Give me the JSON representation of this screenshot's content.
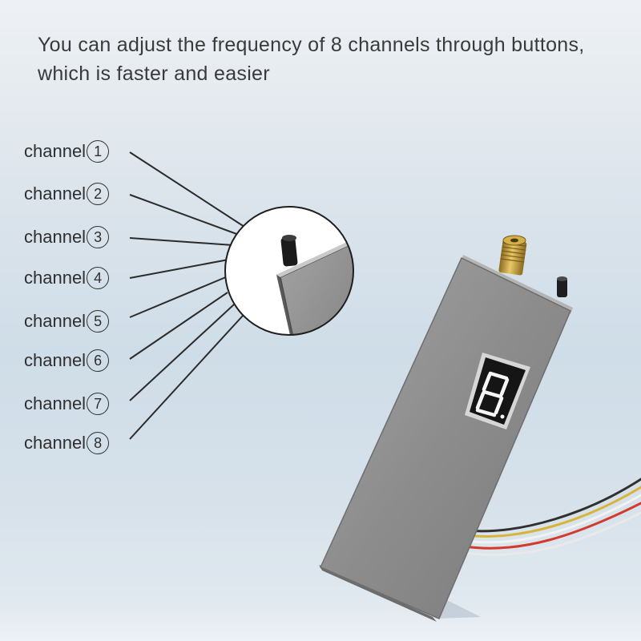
{
  "headline": {
    "line1": "You can adjust the frequency of 8 channels through buttons,",
    "line2": "which is faster and easier"
  },
  "channels": [
    {
      "word": "channel",
      "number": "1"
    },
    {
      "word": "channel",
      "number": "2"
    },
    {
      "word": "channel",
      "number": "3"
    },
    {
      "word": "channel",
      "number": "4"
    },
    {
      "word": "channel",
      "number": "5"
    },
    {
      "word": "channel",
      "number": "6"
    },
    {
      "word": "channel",
      "number": "7"
    },
    {
      "word": "channel",
      "number": "8"
    }
  ],
  "display": {
    "digit": "8"
  },
  "colors": {
    "text": "#2f2f2f",
    "module_body": "#8e8e8e",
    "antenna_connector": "#c9a23a",
    "display_segment": "#ffffff"
  },
  "icons": [
    "magnifier-circle-icon",
    "push-button-icon",
    "sma-antenna-connector-icon",
    "seven-segment-display-icon",
    "wire-bundle-icon"
  ]
}
